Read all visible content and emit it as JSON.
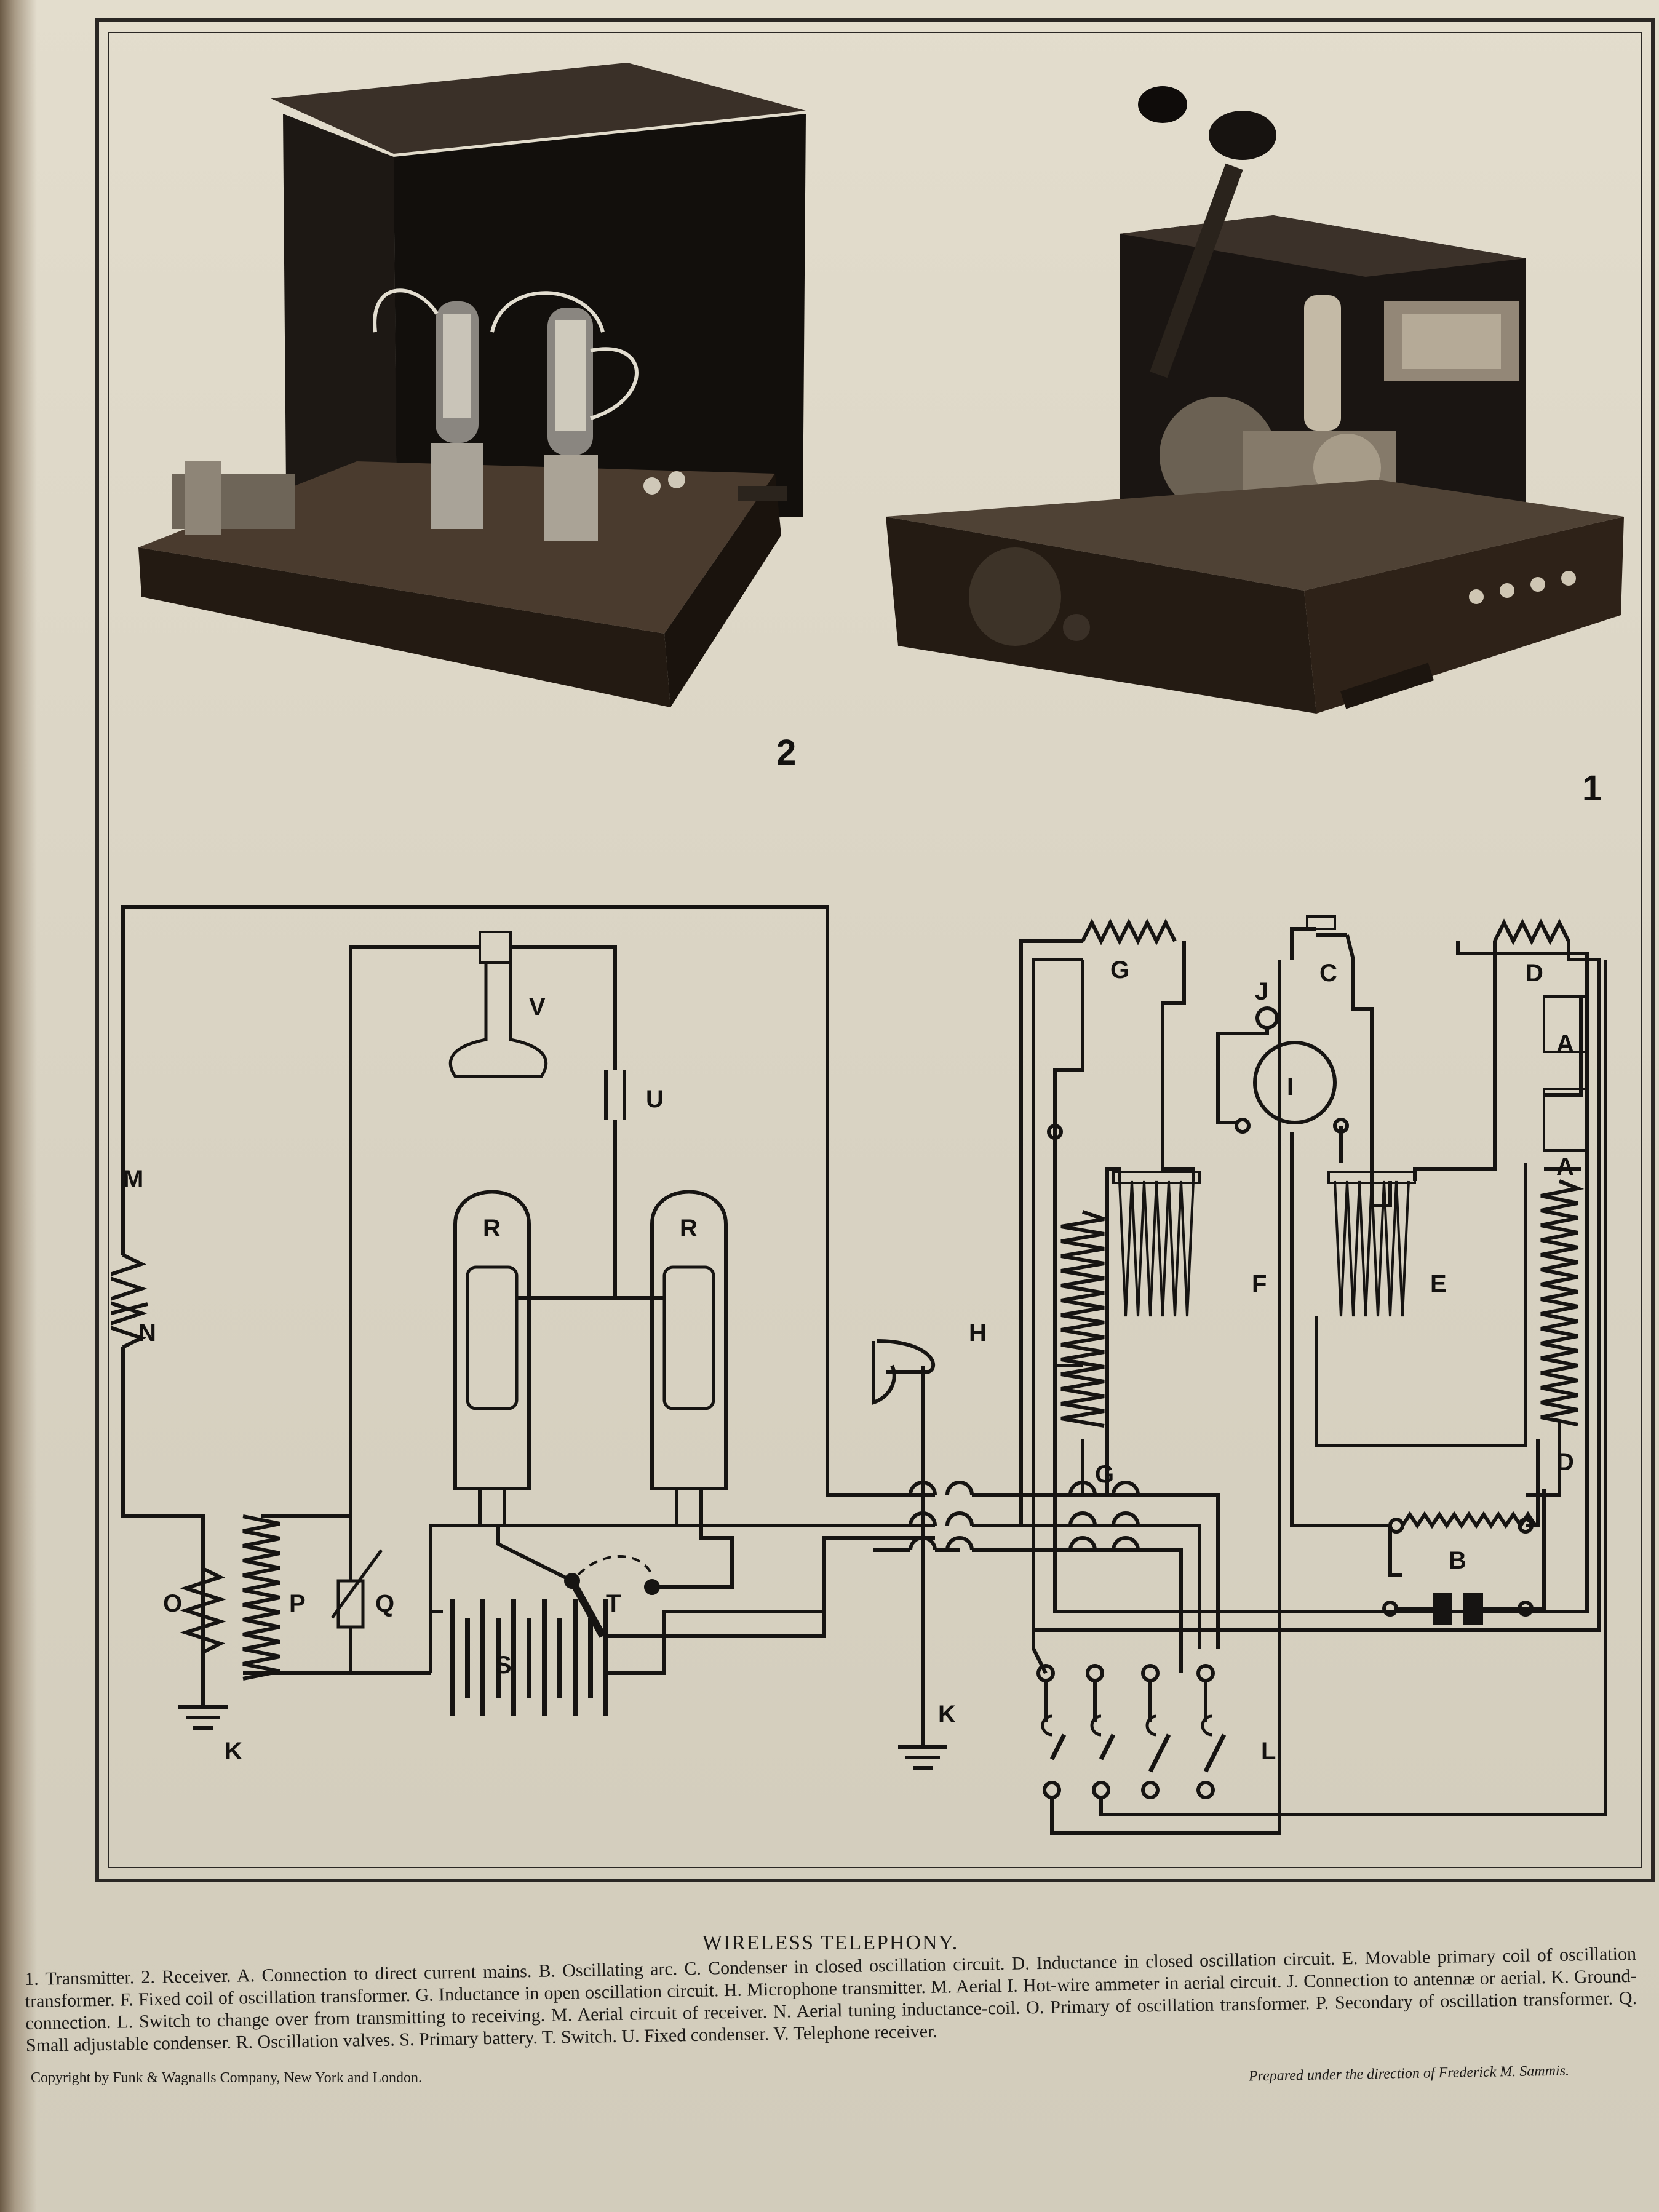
{
  "figures": {
    "receiver_number": "2",
    "transmitter_number": "1"
  },
  "diagram_labels": {
    "M": "M",
    "N": "N",
    "O": "O",
    "P": "P",
    "Q": "Q",
    "K_left": "K",
    "V": "V",
    "U": "U",
    "R_left": "R",
    "R_right": "R",
    "S": "S",
    "T": "T",
    "H": "H",
    "K_mid": "K",
    "G_top": "G",
    "G_low": "G",
    "J": "J",
    "C": "C",
    "I": "I",
    "D_top": "D",
    "D_low": "D",
    "A_top": "A",
    "A_low": "A",
    "F": "F",
    "E": "E",
    "B": "B",
    "L": "L"
  },
  "caption": {
    "title": "WIRELESS TELEPHONY.",
    "text": "1. Transmitter.   2. Receiver.   A. Connection to direct current mains.   B. Oscillating arc.   C. Condenser in closed oscillation circuit.   D. Inductance in closed oscillation circuit.   E. Movable primary coil of oscillation transformer.   F. Fixed coil of oscillation transformer.   G. Inductance in open oscillation circuit.   H. Microphone transmitter.   M. Aerial   I. Hot-wire ammeter in aerial circuit.   J. Connection to antennæ or aerial.   K. Ground-connection.   L. Switch to change over from transmitting to receiving.   M. Aerial   circuit of receiver.   N. Aerial tuning inductance-coil.   O. Primary of oscillation transformer.   P. Secondary of oscillation transformer.   Q. Small adjustable condenser.   R. Oscillation valves.   S. Primary battery.   T. Switch.   U. Fixed condenser.   V. Telephone receiver."
  },
  "credits": {
    "left": "Copyright by Funk & Wagnalls Company, New York and London.",
    "right": "Prepared under the direction of Frederick M. Sammis."
  }
}
